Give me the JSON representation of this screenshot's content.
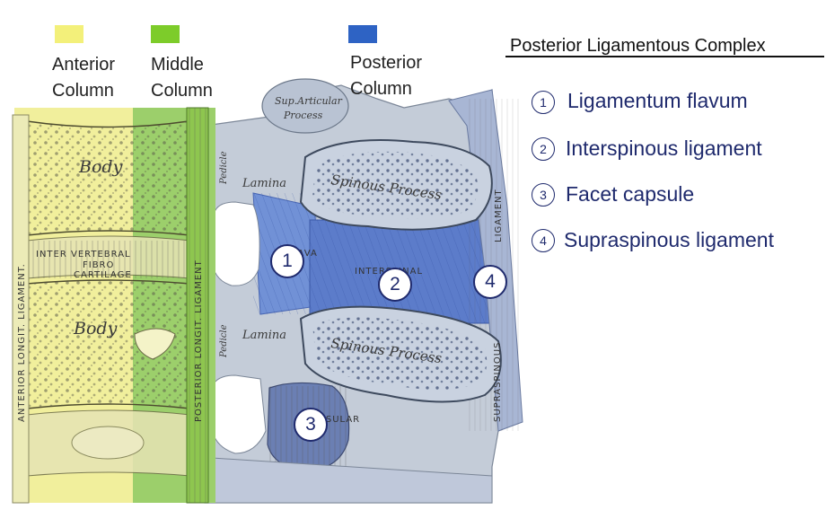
{
  "legend": {
    "anterior": {
      "label": "Anterior\nColumn",
      "color": "#f3f07a"
    },
    "middle": {
      "label": "Middle\nColumn",
      "color": "#7dcc2a"
    },
    "posterior": {
      "label": "Posterior\nColumn",
      "color": "#2e63c4"
    }
  },
  "complex": {
    "title": "Posterior Ligamentous Complex",
    "items": [
      {
        "num": "1",
        "label": "Ligamentum flavum"
      },
      {
        "num": "2",
        "label": "Interspinous ligament"
      },
      {
        "num": "3",
        "label": "Facet capsule"
      },
      {
        "num": "4",
        "label": "Supraspinous ligament"
      }
    ]
  },
  "markers": [
    "1",
    "2",
    "3",
    "4"
  ],
  "anatomy_labels": {
    "body_upper": "Body",
    "body_lower": "Body",
    "disc_1": "INTER VERTEBRAL",
    "disc_2": "FIBRO",
    "disc_3": "CARTILAGE",
    "anterior_ligament": "ANTERIOR  LONGIT.  LIGAMENT.",
    "posterior_ligament": "POSTERIOR  LONGIT.  LIGAMENT",
    "sup_articular_1": "Sup.Articular",
    "sup_articular_2": "Process",
    "pedicle_upper": "Pedicle",
    "pedicle_lower": "Pedicle",
    "lamina_upper": "Lamina",
    "lamina_lower": "Lamina",
    "spinous_upper": "Spinous Process",
    "spinous_lower": "Spinous Process",
    "interspinal": "INTERSPINAL",
    "supraspinous": "SUPRASPINOUS",
    "ligament_right": "LIGAMENT",
    "flava": "FLAVA",
    "capsular": "CAPSULAR"
  },
  "colors": {
    "anterior_fill": "#f1ef9c",
    "middle_fill": "#9ccf6b",
    "posterior_fill": "#6f8fd1",
    "ligament_blue": "#5777c9",
    "bone_gray": "#c4ccd8",
    "marker_navy": "#1f2a6d"
  }
}
